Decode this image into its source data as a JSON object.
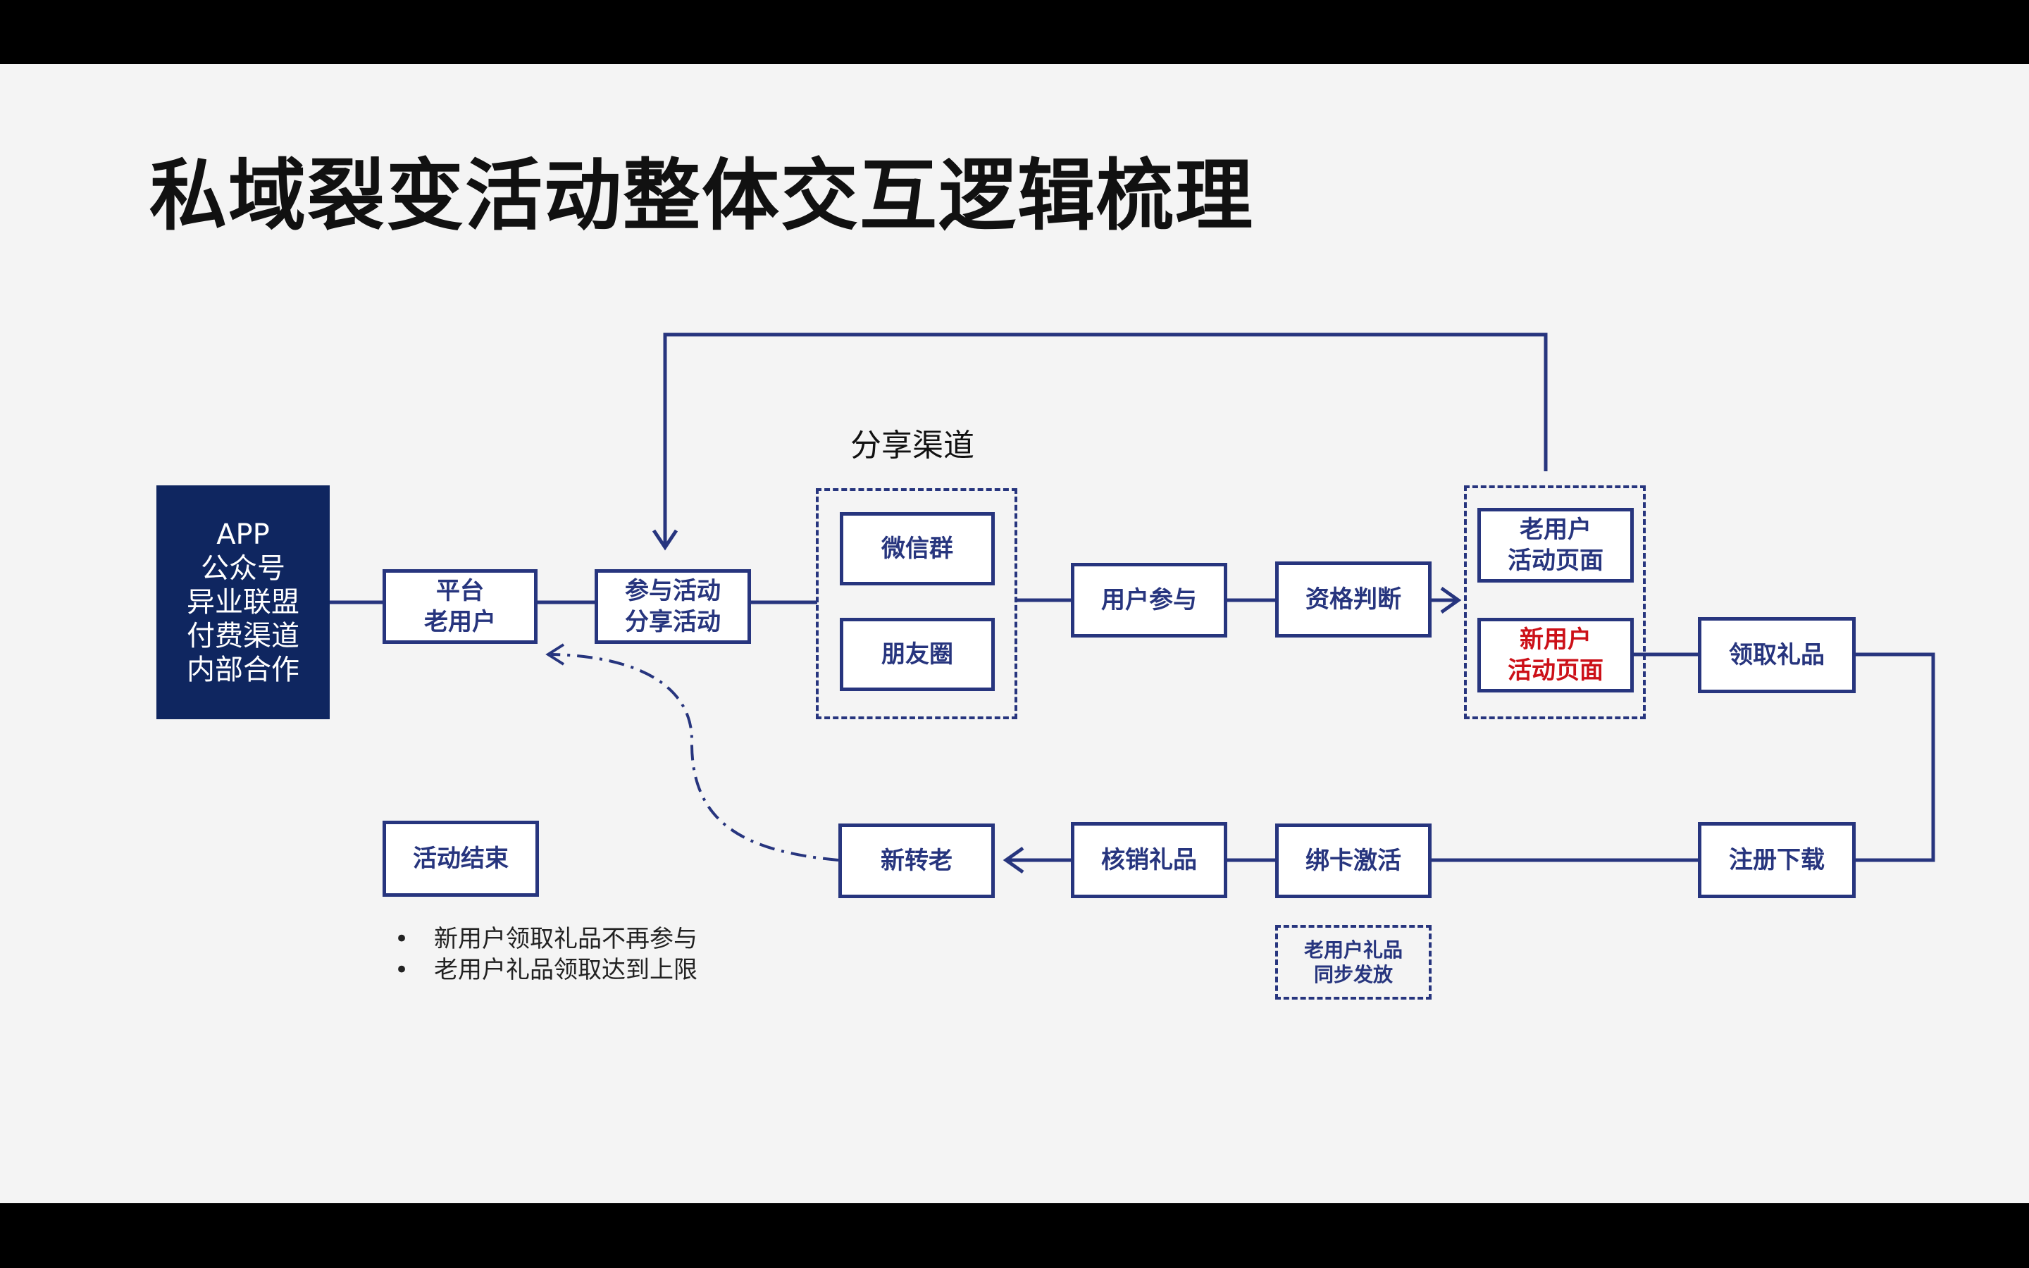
{
  "slide": {
    "title": "私域裂变活动整体交互逻辑梳理"
  },
  "colors": {
    "frame": "#000000",
    "background": "#f4f4f4",
    "primary": "#27357e",
    "source_box": "#0f2660",
    "highlight_text": "#cc1018"
  },
  "nodes": {
    "source": {
      "lines": [
        "APP",
        "公众号",
        "异业联盟",
        "付费渠道",
        "内部合作"
      ]
    },
    "platform_old_user": {
      "lines": [
        "平台",
        "老用户"
      ]
    },
    "join_share": {
      "lines": [
        "参与活动",
        "分享活动"
      ]
    },
    "wechat_group": "微信群",
    "moments": "朋友圈",
    "user_join": "用户参与",
    "qualification": "资格判断",
    "old_user_page": {
      "lines": [
        "老用户",
        "活动页面"
      ]
    },
    "new_user_page": {
      "lines": [
        "新用户",
        "活动页面"
      ]
    },
    "claim_gift": "领取礼品",
    "register_download": "注册下载",
    "bind_card": "绑卡激活",
    "redeem_gift": "核销礼品",
    "new_to_old": "新转老",
    "activity_end": "活动结束"
  },
  "groups": {
    "share_channel_label": "分享渠道"
  },
  "notes": {
    "old_user_gift": {
      "lines": [
        "老用户礼品",
        "同步发放"
      ]
    }
  },
  "end_conditions": [
    "新用户领取礼品不再参与",
    "老用户礼品领取达到上限"
  ],
  "bullet_symbol": "•"
}
